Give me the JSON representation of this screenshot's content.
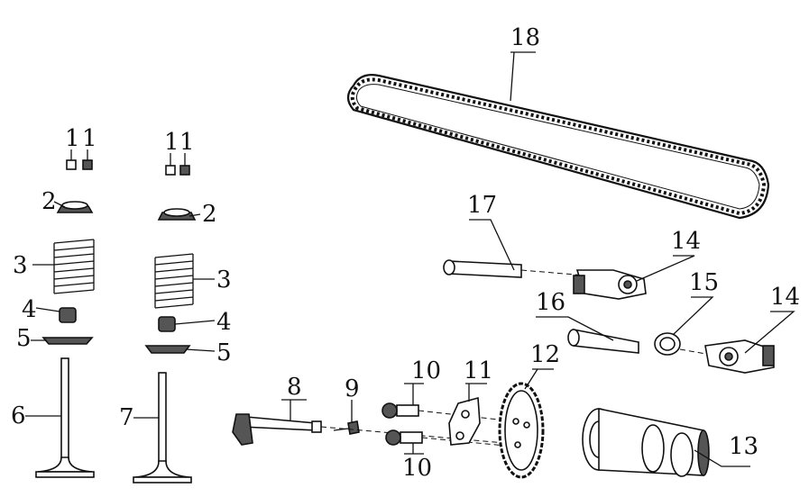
{
  "labels": {
    "l1a": "1",
    "l1b": "1",
    "l1c": "1",
    "l1d": "1",
    "l2a": "2",
    "l2b": "2",
    "l3a": "3",
    "l3b": "3",
    "l4a": "4",
    "l4b": "4",
    "l5a": "5",
    "l5b": "5",
    "l6": "6",
    "l7": "7",
    "l8": "8",
    "l9": "9",
    "l10a": "10",
    "l10b": "10",
    "l11": "11",
    "l12": "12",
    "l13": "13",
    "l14a": "14",
    "l14b": "14",
    "l15": "15",
    "l16": "16",
    "l17": "17",
    "l18": "18"
  }
}
